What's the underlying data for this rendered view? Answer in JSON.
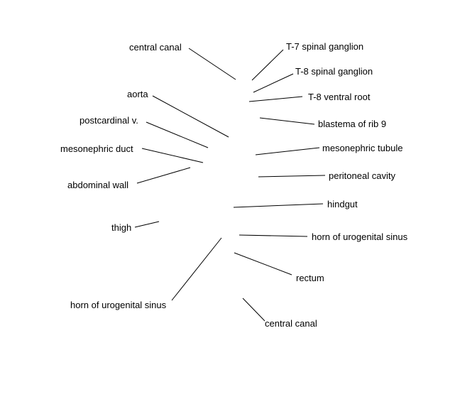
{
  "labels": {
    "central_canal_top": "central canal",
    "t7_spinal_ganglion": "T-7 spinal ganglion",
    "t8_spinal_ganglion": "T-8 spinal ganglion",
    "aorta": "aorta",
    "t8_ventral_root": "T-8 ventral root",
    "postcardinal_v": "postcardinal v.",
    "blastema_rib_9": "blastema of rib 9",
    "mesonephric_duct": "mesonephric duct",
    "mesonephric_tubule": "mesonephric tubule",
    "abdominal_wall": "abdominal wall",
    "peritoneal_cavity": "peritoneal cavity",
    "hindgut": "hindgut",
    "thigh": "thigh",
    "horn_urogenital_sinus_right": "horn of urogenital sinus",
    "rectum": "rectum",
    "horn_urogenital_sinus_left": "horn of urogenital sinus",
    "central_canal_bottom": "central canal"
  },
  "colors": {
    "line": "#000000",
    "text": "#000000",
    "background": "#ffffff"
  }
}
